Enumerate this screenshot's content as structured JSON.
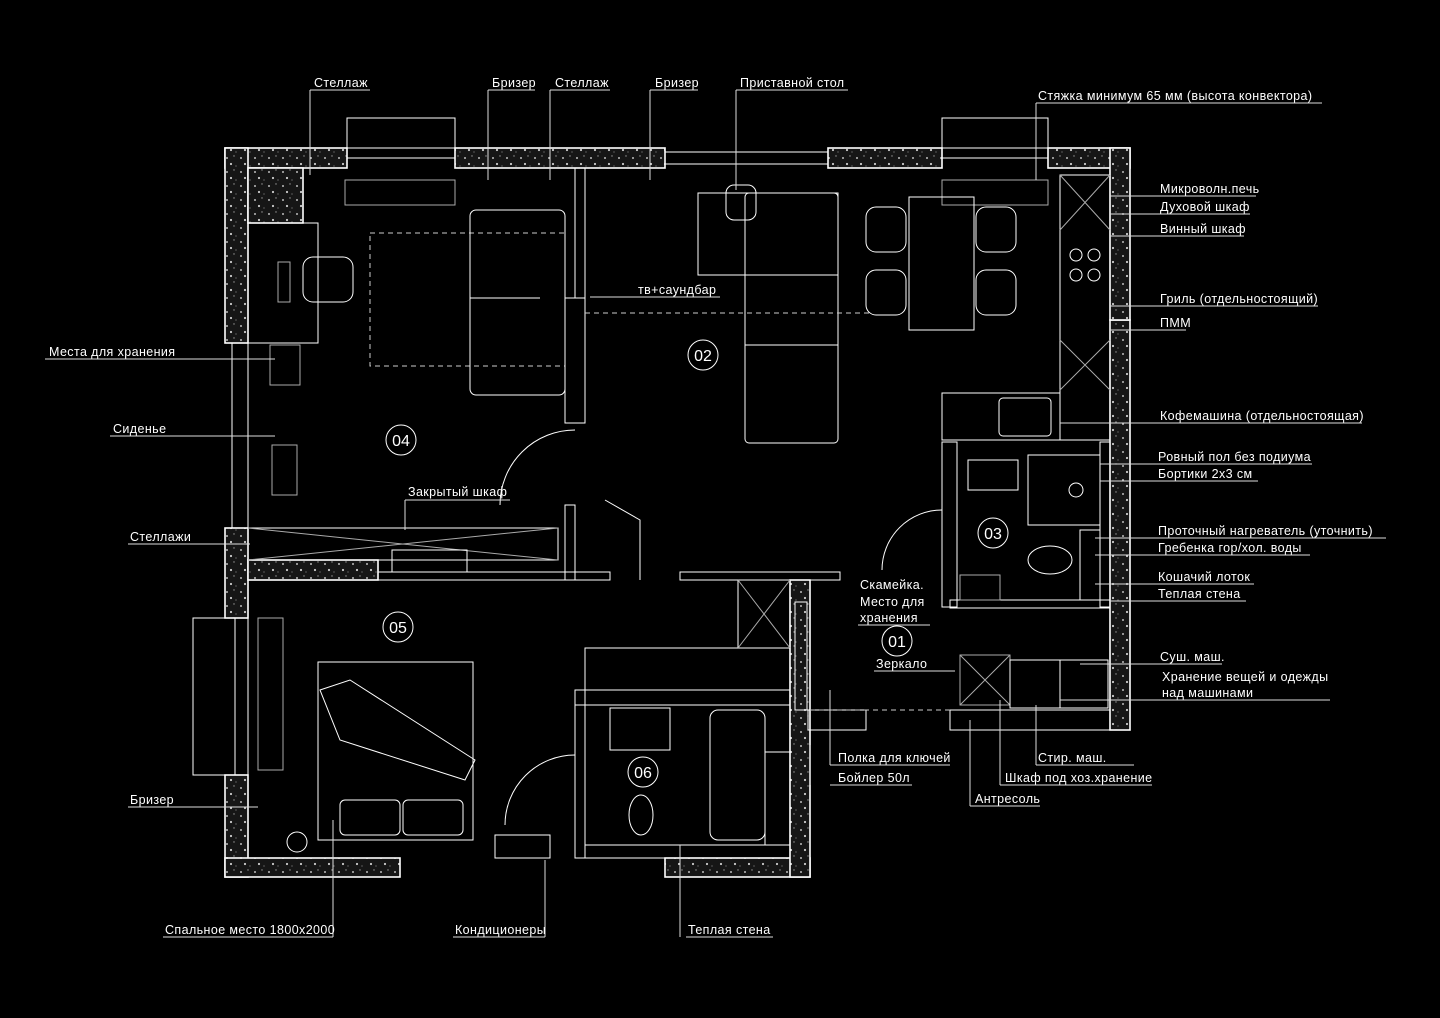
{
  "colors": {
    "background": "#000000",
    "lines": "#ffffff",
    "wall_fill": "#1a1a1a"
  },
  "rooms": {
    "r01": "01",
    "r02": "02",
    "r03": "03",
    "r04": "04",
    "r05": "05",
    "r06": "06"
  },
  "labels": {
    "top": [
      "Стеллаж",
      "Бризер",
      "Стеллаж",
      "Бризер",
      "Приставной стол",
      "Стяжка минимум 65 мм (высота конвектора)"
    ],
    "right": [
      "Микроволн.печь",
      "Духовой шкаф",
      "Винный шкаф",
      "Гриль (отдельностоящий)",
      "ПММ",
      "Кофемашина (отдельностоящая)",
      "Ровный пол без подиума",
      "Бортики 2х3 см",
      "Проточный нагреватель (уточнить)",
      "Гребенка гор/хол. воды",
      "Кошачий лоток",
      "Теплая стена",
      "Суш. маш.",
      "Хранение вещей и одежды",
      "над машинами"
    ],
    "left": [
      "Места для хранения",
      "Сиденье",
      "Стеллажи",
      "Бризер"
    ],
    "bottom": [
      "Спальное место 1800х2000",
      "Кондиционеры",
      "Теплая стена",
      "Полка для ключей",
      "Бойлер 50л",
      "Стир. маш.",
      "Шкаф под хоз.хранение",
      "Антресоль"
    ],
    "inside": {
      "tv": "тв+саундбар",
      "closed_wardrobe": "Закрытый шкаф",
      "bench_1": "Скамейка.",
      "bench_2": "Место для",
      "bench_3": "хранения",
      "mirror": "Зеркало"
    }
  }
}
